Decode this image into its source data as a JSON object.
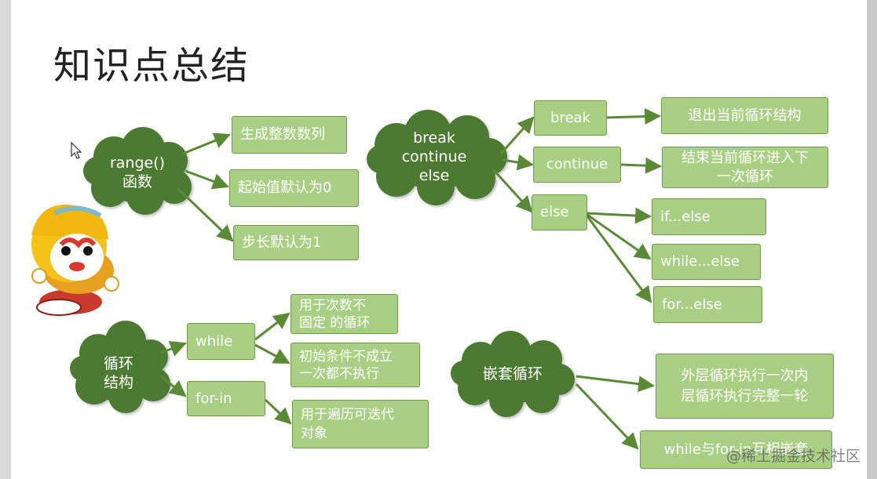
{
  "title": "知识点总结",
  "colors": {
    "cloud": "#4e7a30",
    "box": "#a8cf83",
    "arrow": "#5b8a36"
  },
  "nodes": {
    "range": {
      "label": "range()\n函数",
      "items": [
        "生成整数数列",
        "起始值默认为0",
        "步长默认为1"
      ]
    },
    "break": {
      "label": "break\ncontinue\nelse",
      "break_label": "break",
      "break_desc": "退出当前循环结构",
      "continue_label": "continue",
      "continue_desc": "结束当前循环进入下\n一次循环",
      "else_label": "else",
      "else_items": [
        "if...else",
        "while...else",
        "for...else"
      ]
    },
    "loop": {
      "label": "循环\n结构",
      "while_label": "while",
      "while_items": [
        "用于次数不\n固定 的循环",
        "初始条件不成立\n一次都不执行"
      ],
      "forin_label": "for-in",
      "forin_desc": "用于遍历可迭代\n对象"
    },
    "nested": {
      "label": "嵌套循环",
      "items": [
        "外层循环执行一次内\n层循环执行完整一轮",
        "while与for-in互相嵌套"
      ]
    }
  },
  "watermark": "@稀土掘金技术社区",
  "icons": [
    "monkey-mascot-icon",
    "mouse-cursor-icon"
  ]
}
